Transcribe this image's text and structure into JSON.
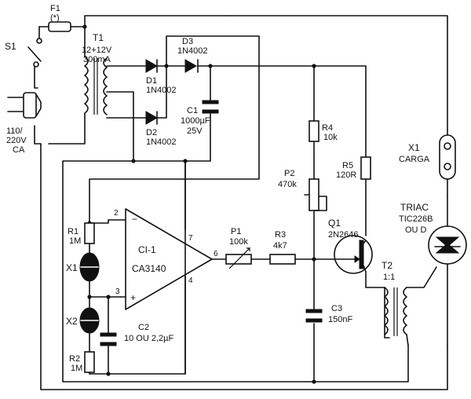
{
  "fuse": {
    "ref": "F1",
    "value": "(*)"
  },
  "switch": {
    "ref": "S1"
  },
  "mains": {
    "l1": "110/",
    "l2": "220V",
    "l3": "CA"
  },
  "transformer_t1": {
    "ref": "T1",
    "l1": "12+12V",
    "l2": "300mA"
  },
  "d1": {
    "ref": "D1",
    "value": "1N4002"
  },
  "d2": {
    "ref": "D2",
    "value": "1N4002"
  },
  "d3": {
    "ref": "D3",
    "value": "1N4002"
  },
  "c1": {
    "ref": "C1",
    "value": "1000µF",
    "voltage": "25V"
  },
  "r4": {
    "ref": "R4",
    "value": "10k"
  },
  "r5": {
    "ref": "R5",
    "value": "120R"
  },
  "x1_load": {
    "ref": "X1",
    "value": "CARGA"
  },
  "p2": {
    "ref": "P2",
    "value": "470k"
  },
  "r1": {
    "ref": "R1",
    "value": "1M"
  },
  "r2": {
    "ref": "R2",
    "value": "1M"
  },
  "sensor1": {
    "ref": "X1"
  },
  "sensor2": {
    "ref": "X2"
  },
  "ic": {
    "ref": "CI-1",
    "part": "CA3140",
    "pin2": "2",
    "pin3": "3",
    "pin4": "4",
    "pin6": "6",
    "pin7": "7",
    "minus": "−",
    "plus": "+"
  },
  "c2": {
    "ref": "C2",
    "value": "10 OU 2,2µF"
  },
  "p1": {
    "ref": "P1",
    "value": "100k"
  },
  "r3": {
    "ref": "R3",
    "value": "4k7"
  },
  "q1": {
    "ref": "Q1",
    "part": "2N2646"
  },
  "c3": {
    "ref": "C3",
    "value": "150nF"
  },
  "t2": {
    "ref": "T2",
    "ratio": "1:1"
  },
  "triac": {
    "l1": "TRIAC",
    "l2": "TIC226B",
    "l3": "OU D"
  }
}
